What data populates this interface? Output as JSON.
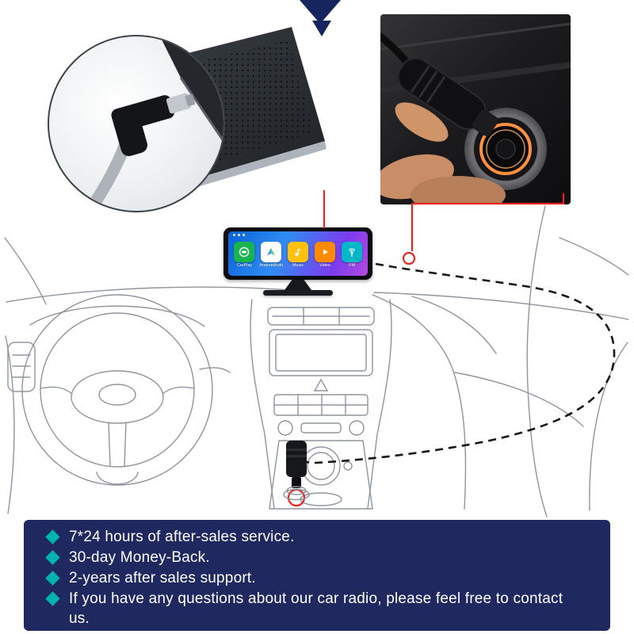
{
  "page": {
    "background": "#ffffff",
    "accent_red": "#e8251f",
    "pointer_color": "#17255e"
  },
  "top": {
    "left_inset": "usb-c-right-angle-connector-closeup",
    "right_inset": "car-cigarette-lighter-plug-closeup"
  },
  "device": {
    "name": "portable-carplay-touchscreen",
    "apps": [
      {
        "label": "CarPlay",
        "color": "#18b54e"
      },
      {
        "label": "AndroidAuto",
        "color": "#ffffff"
      },
      {
        "label": "Music",
        "color": "#ffc10d"
      },
      {
        "label": "Video",
        "color": "#ff8a00"
      },
      {
        "label": "FM",
        "color": "#00b7c9"
      }
    ]
  },
  "banner": {
    "background": "#20295f",
    "bullet_color": "#00b3ad",
    "items": [
      "7*24 hours of after-sales service.",
      "30-day Money-Back.",
      "2-years after sales support.",
      "If you have any questions about our car radio, please feel free to contact us."
    ]
  }
}
